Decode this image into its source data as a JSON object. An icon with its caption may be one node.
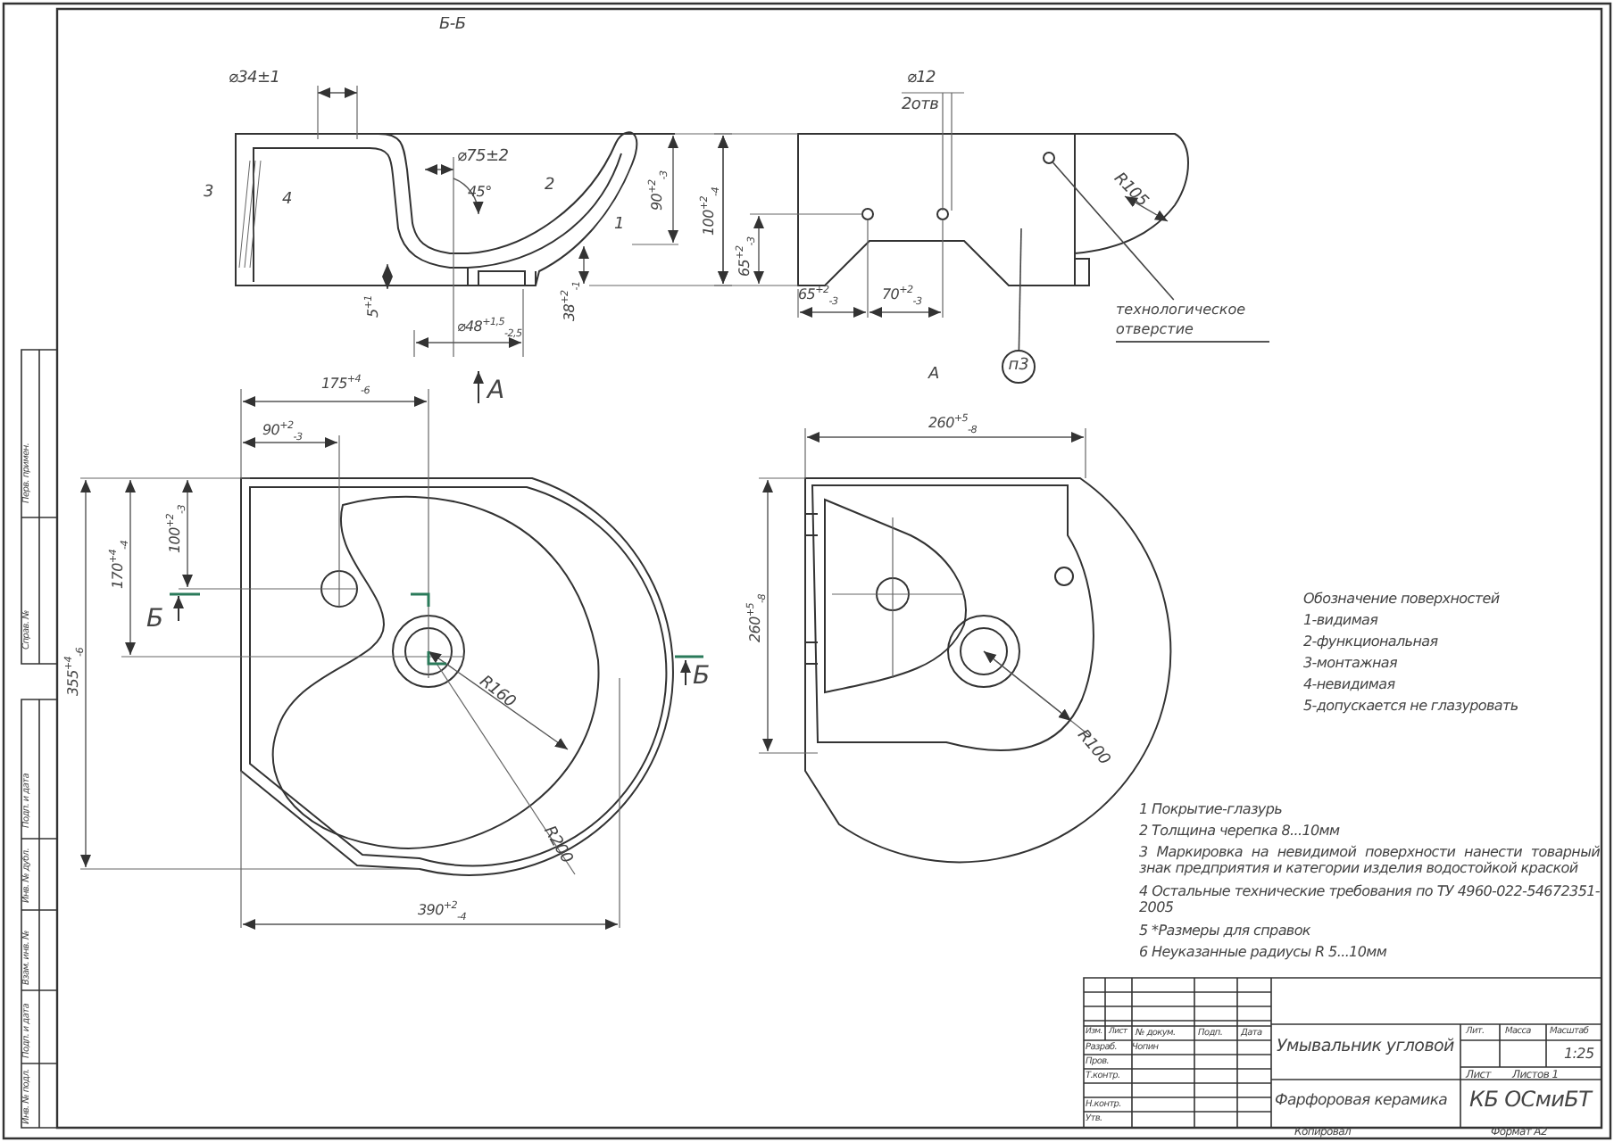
{
  "diagram": {
    "nodes": [
      {
        "text": [
          "технологическое отверстие"
        ]
      },
      {
        "text": [],
        "shape": "circle"
      },
      {
        "text": [
          "п3"
        ]
      }
    ],
    "edges": [
      {
        "from": 0,
        "to": 1,
        "arrow": "none"
      },
      {
        "from": 2,
        "to": null,
        "arrow": "none"
      }
    ],
    "labels": [
      "Б-Б",
      "⌀34±1",
      "3",
      "4",
      "⌀75±2",
      "45°",
      "2",
      "1",
      "90$^{+2}$$_{-3}$",
      "5$^{+1}$",
      "⌀48$^{+1,5}$$_{-2,5}$",
      "38$^{+2}$$_{-1}$",
      "100$^{+2}$$_{-4}$",
      "⌀12",
      "2отв",
      "65$^{+2}$$_{-3}$",
      "R105",
      "65$^{+2}$$_{-3}$",
      "70$^{+2}$$_{-3}$",
      "А",
      "175$^{+4}$$_{-6}$",
      "А",
      "90$^{+2}$$_{-3}$",
      "100$^{+2}$$_{-3}$",
      "170$^{+4}$$_{-4}$",
      "355$^{+4}$$_{-6}$",
      "Б",
      "Б",
      "R160",
      "R200",
      "390$^{+2}$$_{-4}$",
      "260$^{+5}$$_{-8}$",
      "260$^{+5}$$_{-8}$",
      "R100",
      "Обозначение поверхностей",
      "1-видимая",
      "2-функциональная",
      "3-монтажная",
      "4-невидимая",
      "5-допускается не глазуровать",
      "1 Покрытие-глазурь",
      "2 Толщина черепка 8...10мм",
      "3 Маркировка на невидимой поверхности нанести товарный знак предприятия и категории изделия водостойкой краской",
      "4 Остальные технические требования по ТУ 4960-022-54672351-2005",
      "5 *Размеры для справок",
      "6 Неуказанные радиусы R 5...10мм",
      "Изм.",
      "Лист",
      "№ докум.",
      "Подп.",
      "Дата",
      "Разраб.",
      "Чопин",
      "Пров.",
      "Т.контр.",
      "Н.контр.",
      "Утв.",
      "Умывальник угловой",
      "Лит.",
      "Масса",
      "Масштаб",
      "1:25",
      "Лист",
      "Листов 1",
      "Фарфоровая керамика",
      "КБ ОСмиБТ",
      "Копировал",
      "Формат А2",
      "Перв. примен.",
      "Справ. №",
      "Подп. и дата",
      "Инв. № дубл.",
      "Взам. инв. №",
      "Подп. и дата",
      "Инв. № подл."
    ]
  }
}
